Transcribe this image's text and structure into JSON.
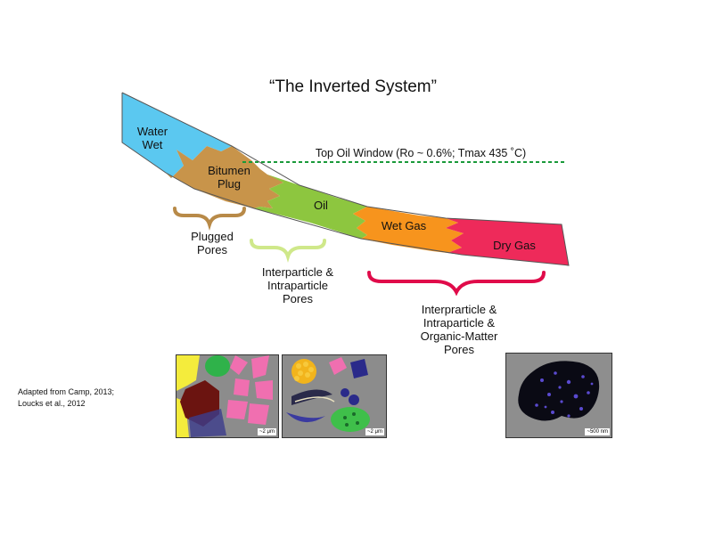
{
  "title": "“The Inverted System”",
  "stages": {
    "water_wet": "Water\nWet",
    "bitumen_plug": "Bitumen\nPlug",
    "oil": "Oil",
    "wet_gas": "Wet Gas",
    "dry_gas": "Dry Gas"
  },
  "oil_window_label": "Top Oil Window (Ro ~ 0.6%; Tmax 435 ˚C)",
  "pore_labels": {
    "plugged": "Plugged\nPores",
    "inter_intra": "Interparticle &\nIntraparticle\nPores",
    "organic": "Interprarticle &\nIntraparticle &\nOrganic-Matter\nPores"
  },
  "credit": "Adapted from Camp, 2013;\nLoucks et al., 2012",
  "scale_bars": {
    "left": "~2 μm",
    "middle": "~2 μm",
    "right": "~500 nm"
  },
  "colors": {
    "water_wet": "#5bc8f0",
    "bitumen": "#c8944a",
    "oil": "#8dc63f",
    "wet_gas": "#f7941d",
    "dry_gas": "#ee2a5a",
    "window_line": "#1a9a3a"
  }
}
